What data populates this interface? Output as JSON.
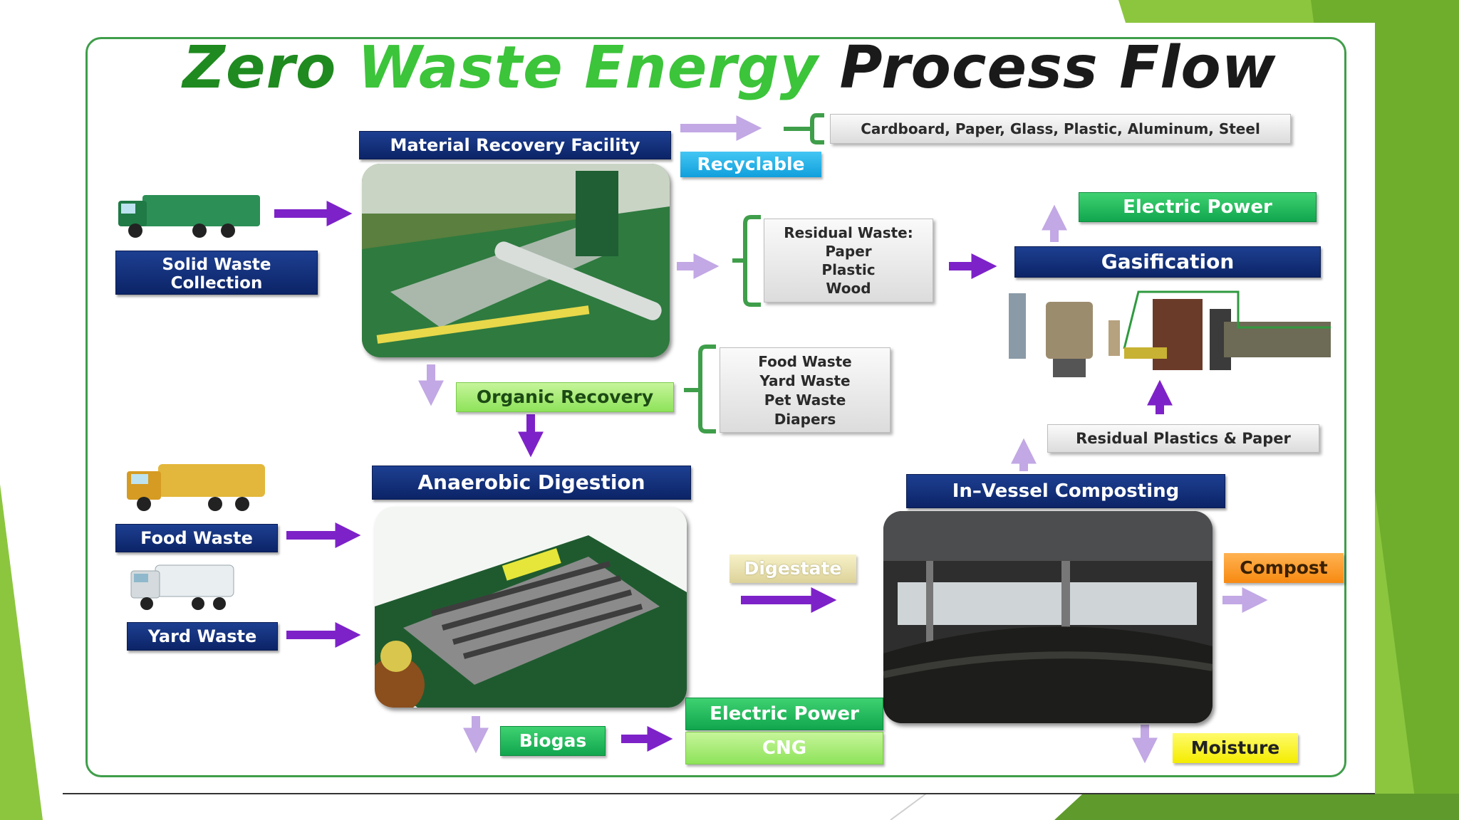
{
  "title": {
    "word1": "Zero",
    "word2": "Waste Energy",
    "word3": "Process Flow"
  },
  "sources": {
    "solid_waste": "Solid Waste\nCollection",
    "food_waste": "Food Waste",
    "yard_waste": "Yard Waste"
  },
  "stages": {
    "mrf": "Material Recovery Facility",
    "anaerobic": "Anaerobic Digestion",
    "gasification": "Gasification",
    "composting": "In–Vessel Composting"
  },
  "streams": {
    "recyclable": "Recyclable",
    "recyclable_items": "Cardboard, Paper, Glass, Plastic, Aluminum, Steel",
    "residual": "Residual Waste:\nPaper\nPlastic\nWood",
    "organic_recovery": "Organic Recovery",
    "organic_items": "Food Waste\nYard Waste\nPet Waste\nDiapers",
    "residual_plastics": "Residual Plastics & Paper",
    "digestate": "Digestate",
    "biogas": "Biogas"
  },
  "outputs": {
    "electric_power_top": "Electric Power",
    "electric_power_bottom": "Electric Power",
    "cng": "CNG",
    "compost": "Compost",
    "moisture": "Moisture"
  },
  "colors": {
    "title_dark_green": "#1f8a1f",
    "title_light_green": "#3cc43a",
    "navy": "#0c2467",
    "arrow_purple": "#8a2bd4",
    "arrow_lavender": "#c9b2e6",
    "frame_green": "#3f9e4a",
    "slide_accent_green": "#8cc63f"
  }
}
